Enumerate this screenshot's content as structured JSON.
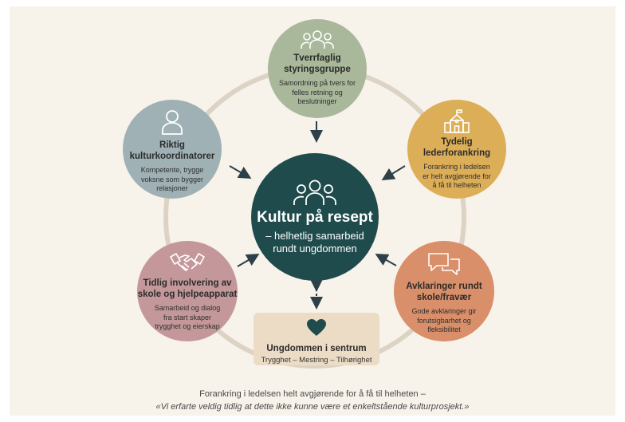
{
  "center": {
    "title": "Kultur på resept",
    "subtitle_line1": "– helhetlig samarbeid",
    "subtitle_line2": "rundt ungdommen",
    "icon": "people-group-icon"
  },
  "nodes": {
    "top": {
      "title_line1": "Tverrfaglig",
      "title_line2": "styringsgruppe",
      "desc_lines": [
        "Samordning på tvers for",
        "felles retning og",
        "beslutninger"
      ],
      "icon": "group-people-icon",
      "color": "#a9b79a"
    },
    "left": {
      "title_line1": "Riktig",
      "title_line2": "kulturkoordinatorer",
      "desc_lines": [
        "Kompetente, trygge",
        "voksne som bygger",
        "relasjoner"
      ],
      "icon": "person-icon",
      "color": "#9fb1b5"
    },
    "right": {
      "title_line1": "Tydelig",
      "title_line2": "lederforankring",
      "desc_lines": [
        "Forankring i ledelsen",
        "er helt avgjørende for",
        "å få til helheten"
      ],
      "icon": "school-building-icon",
      "color": "#dcae57"
    },
    "bottom_left": {
      "title_line1": "Tidlig involvering av",
      "title_line2": "skole og hjelpeapparat",
      "desc_lines": [
        "Samarbeid og dialog",
        "fra start skaper",
        "trygghet og eierskap"
      ],
      "icon": "handshake-icon",
      "color": "#c4989a"
    },
    "bottom_right": {
      "title_line1": "Avklaringer rundt",
      "title_line2": "skole/fravær",
      "desc_lines": [
        "Gode avklaringer gir",
        "forutsigbarhet og",
        "fleksibilitet"
      ],
      "icon": "speech-bubbles-icon",
      "color": "#d98f69"
    }
  },
  "bottom": {
    "title": "Ungdommen i sentrum",
    "desc": "Trygghet – Mestring – Tilhørighet",
    "icon": "heart-icon"
  },
  "footer": {
    "line1": "Forankring i ledelsen helt avgjørende for å få til helheten –",
    "line2": "«Vi erfarte veldig tidlig at dette ikke kunne være et enkeltstående kulturprosjekt.»"
  },
  "colors": {
    "center": "#1f4b4c",
    "ring": "#ddd3c5",
    "arrow": "#2d4047",
    "background": "#f7f2ea"
  }
}
